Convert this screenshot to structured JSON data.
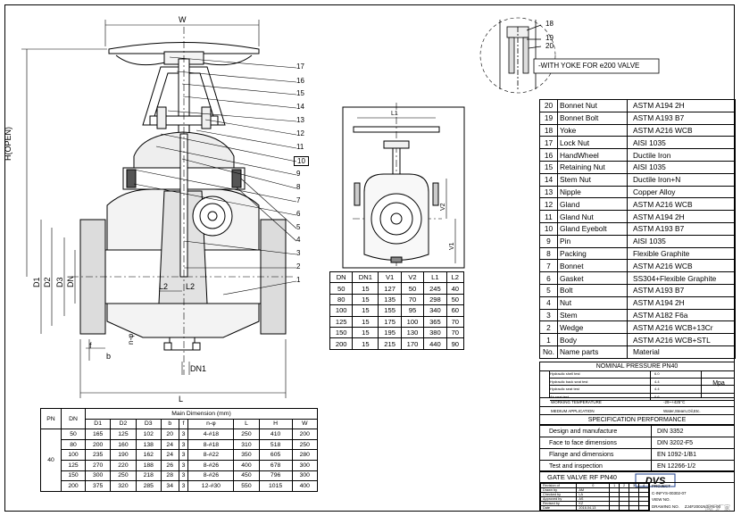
{
  "callout": {
    "numbers": [
      "18",
      "19",
      "20"
    ],
    "note": "-WITH YOKE FOR e200 VALVE"
  },
  "leaders": [
    "17",
    "16",
    "15",
    "14",
    "13",
    "12",
    "11",
    "10",
    "9",
    "8",
    "7",
    "6",
    "5",
    "4",
    "3",
    "2",
    "1"
  ],
  "front_labels": {
    "W": "W",
    "H": "H(OPEN)",
    "D1": "D1",
    "D2": "D2",
    "D3": "D3",
    "DN": "DN",
    "L": "L",
    "L2": "L2",
    "b": "b",
    "f": "f",
    "n_phi": "n-φ",
    "DN1": "DN1"
  },
  "side_labels": {
    "L1": "L1",
    "V1": "V1",
    "V2": "V2"
  },
  "bom": {
    "rows": [
      {
        "no": "20",
        "name": "Bonnet Nut",
        "material": "ASTM A194 2H"
      },
      {
        "no": "19",
        "name": "Bonnet Bolt",
        "material": "ASTM A193 B7"
      },
      {
        "no": "18",
        "name": "Yoke",
        "material": "ASTM A216 WCB"
      },
      {
        "no": "17",
        "name": "Lock Nut",
        "material": "AISI 1035"
      },
      {
        "no": "16",
        "name": "HandWheel",
        "material": "Ductile Iron"
      },
      {
        "no": "15",
        "name": "Retaining Nut",
        "material": "AISI 1035"
      },
      {
        "no": "14",
        "name": "Stem Nut",
        "material": "Ductile Iron+N"
      },
      {
        "no": "13",
        "name": "Nipple",
        "material": "Copper Alloy"
      },
      {
        "no": "12",
        "name": "Gland",
        "material": "ASTM A216 WCB"
      },
      {
        "no": "11",
        "name": "Gland Nut",
        "material": "ASTM A194 2H"
      },
      {
        "no": "10",
        "name": "Gland Eyebolt",
        "material": "ASTM A193 B7"
      },
      {
        "no": "9",
        "name": "Pin",
        "material": "AISI 1035"
      },
      {
        "no": "8",
        "name": "Packing",
        "material": "Flexible Graphite"
      },
      {
        "no": "7",
        "name": "Bonnet",
        "material": "ASTM A216 WCB"
      },
      {
        "no": "6",
        "name": "Gasket",
        "material": "SS304+Flexible Graphite"
      },
      {
        "no": "5",
        "name": "Bolt",
        "material": "ASTM A193 B7"
      },
      {
        "no": "4",
        "name": "Nut",
        "material": "ASTM A194 2H"
      },
      {
        "no": "3",
        "name": "Stem",
        "material": "ASTM A182 F6a"
      },
      {
        "no": "2",
        "name": "Wedge",
        "material": "ASTM A216 WCB+13Cr"
      },
      {
        "no": "1",
        "name": "Body",
        "material": "ASTM A216 WCB+STL"
      }
    ],
    "header": {
      "no": "No.",
      "name": "Name parts",
      "material": "Material"
    }
  },
  "side_dims": {
    "headers": [
      "DN",
      "DN1",
      "V1",
      "V2",
      "L1",
      "L2"
    ],
    "rows": [
      [
        "50",
        "15",
        "127",
        "50",
        "245",
        "40"
      ],
      [
        "80",
        "15",
        "135",
        "70",
        "298",
        "50"
      ],
      [
        "100",
        "15",
        "155",
        "95",
        "340",
        "60"
      ],
      [
        "125",
        "15",
        "175",
        "100",
        "365",
        "70"
      ],
      [
        "150",
        "15",
        "195",
        "130",
        "380",
        "70"
      ],
      [
        "200",
        "15",
        "215",
        "170",
        "440",
        "90"
      ]
    ]
  },
  "main_dims": {
    "pn_header": "PN",
    "dn_header": "DN",
    "group_header": "Main Dimension (mm)",
    "headers": [
      "D1",
      "D2",
      "D3",
      "b",
      "f",
      "n-φ",
      "L",
      "H",
      "W"
    ],
    "pn": "40",
    "rows": [
      [
        "50",
        "165",
        "125",
        "102",
        "20",
        "3",
        "4-#18",
        "250",
        "410",
        "200"
      ],
      [
        "80",
        "200",
        "160",
        "138",
        "24",
        "3",
        "8-#18",
        "310",
        "518",
        "250"
      ],
      [
        "100",
        "235",
        "190",
        "162",
        "24",
        "3",
        "8-#22",
        "350",
        "605",
        "280"
      ],
      [
        "125",
        "270",
        "220",
        "188",
        "26",
        "3",
        "8-#26",
        "400",
        "678",
        "300"
      ],
      [
        "150",
        "300",
        "250",
        "218",
        "28",
        "3",
        "8-#26",
        "450",
        "796",
        "300"
      ],
      [
        "200",
        "375",
        "320",
        "285",
        "34",
        "3",
        "12-#30",
        "550",
        "1015",
        "400"
      ]
    ]
  },
  "pressure": {
    "title": "NOMINAL PRESSURE  PN40",
    "tests": [
      {
        "name": "Hydraulic shell test",
        "value": "6.0"
      },
      {
        "name": "Hydraulic back seat test",
        "value": "4.4"
      },
      {
        "name": "Hydraulic seat test",
        "value": "4.4"
      },
      {
        "name": "Air seat test",
        "value": "0.6"
      }
    ],
    "unit": "Mpa",
    "temp_label": "WORKING TEMPERATURE",
    "temp_value": "-29~+425°C",
    "medium_label": "MEDIUM APPLICATION",
    "medium_value": "Water,Steam,Oil,Etc."
  },
  "spec": {
    "title": "SPECIFICATION PERFORMANCE",
    "rows": [
      {
        "name": "Design and manufacture",
        "value": "DIN 3352"
      },
      {
        "name": "Face to face dimensions",
        "value": "DIN 3202-F5"
      },
      {
        "name": "Flange and dimensions",
        "value": "EN 1092-1/B1"
      },
      {
        "name": "Test and inspection",
        "value": "EN 12266-1/2"
      }
    ]
  },
  "title_block": {
    "name": "GATE VALVE RF PN40",
    "logo": "DVS",
    "columns": [
      "0",
      "1",
      "2",
      "3",
      "4"
    ],
    "rows": [
      {
        "label": "Revision of",
        "value": "0"
      },
      {
        "label": "Drawn by",
        "value": "AM"
      },
      {
        "label": "Checked by",
        "value": "LA"
      },
      {
        "label": "Approved by",
        "value": "AS"
      },
      {
        "label": "Revised by",
        "value": "KZ"
      },
      {
        "label": "Date",
        "value": "2016.04.13"
      }
    ],
    "project_label": "PROJECT",
    "project_value": "C-INFYS-00302-07",
    "view_label": "VIEW NO.",
    "drawing_label": "DRAWING NO.",
    "drawing_value": "ZJ4F2001NG-F5-00"
  },
  "watermark": "阀门厂家"
}
